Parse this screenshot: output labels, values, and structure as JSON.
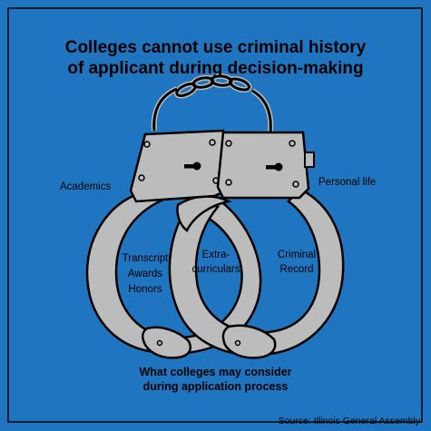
{
  "title_line1": "Colleges cannot use criminal history",
  "title_line2": "of applicant during decision-making",
  "label_academics": "Academics",
  "label_personal_life": "Personal life",
  "left_ring_lines": [
    "Transcript",
    "Awards",
    "Honors"
  ],
  "middle_ring_lines": [
    "Extra-",
    "curriculars"
  ],
  "right_ring_lines": [
    "Criminal",
    "Record"
  ],
  "bottom_line1": "What colleges may consider",
  "bottom_line2": "during application process",
  "source": "Source: Illinois General Assembly",
  "colors": {
    "background": "#1F75C0",
    "frame": "#000000",
    "metal": "#BCBCBC",
    "outline": "#000000"
  },
  "icons": [
    "handcuffs-icon",
    "chain-icon",
    "keyhole-icon"
  ]
}
